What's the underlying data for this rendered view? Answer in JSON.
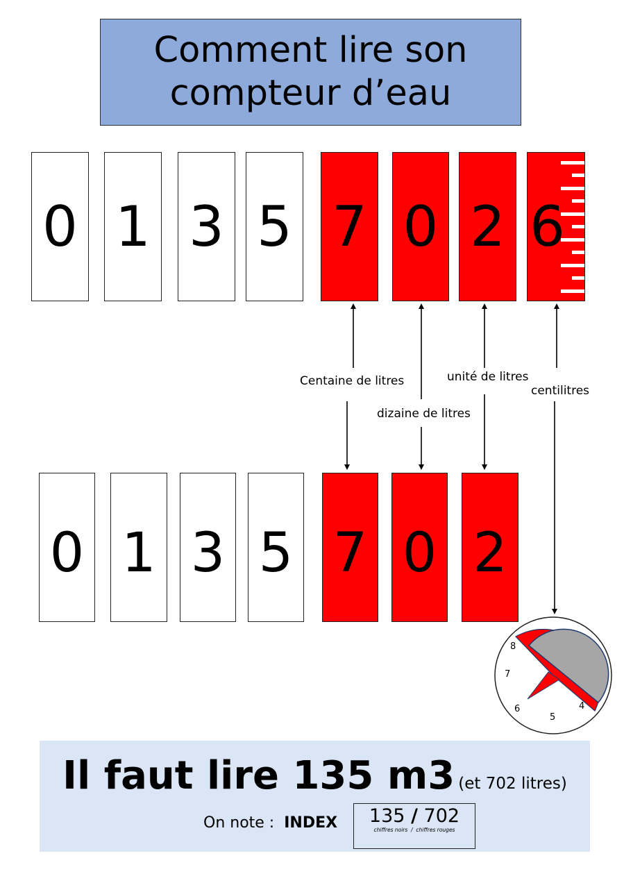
{
  "title": {
    "line1": "Comment lire son",
    "line2": "compteur d’eau"
  },
  "counter_full": [
    "0",
    "1",
    "3",
    "5",
    "7",
    "0",
    "2",
    "6"
  ],
  "counter_index": [
    "0",
    "1",
    "3",
    "5",
    "7",
    "0",
    "2"
  ],
  "labels": {
    "centaine": "Centaine de litres",
    "dizaine": "dizaine de litres",
    "unite": "unité de litres",
    "centilitres": "centilitres"
  },
  "dial_numbers": {
    "n8": "8",
    "n7": "7",
    "n6": "6",
    "n5": "5",
    "n4": "4"
  },
  "result": {
    "main": "Il faut lire 135 m3",
    "paren": "(et 702 litres)",
    "note_prefix": "On note :",
    "note_index": "INDEX",
    "index_black": "135",
    "index_slash": "/",
    "index_red": "702",
    "legend_black": "chiffres noirs",
    "legend_sep": "/",
    "legend_red": "chiffres rouges"
  },
  "colors": {
    "title_bg": "#8eaadb",
    "red": "#ff0000",
    "result_bg": "#dae6f5",
    "pointer_gray": "#a6a6a6"
  }
}
